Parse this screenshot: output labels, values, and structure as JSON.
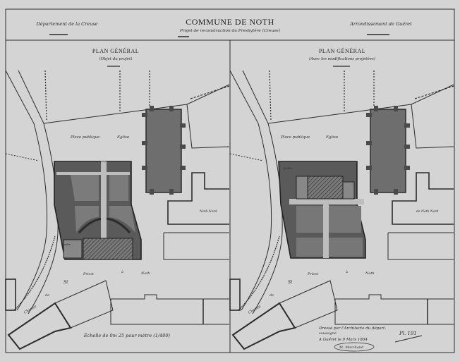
{
  "header": {
    "department": "Département de la Creuse",
    "commune": "COMMUNE DE NOTH",
    "project": "Projet de reconstruction du Presbytère (Creuse)",
    "arrondissement": "Arrondissement de Guéret"
  },
  "left_plan": {
    "title": "PLAN GÉNÉRAL",
    "subtitle": "(Objet du projet)",
    "labels": {
      "place": "Place publique",
      "church": "Eglise",
      "nord": "Noth Nord",
      "chemin": "Chemin",
      "de": "de",
      "st": "St",
      "priest": "Priest",
      "a": "à",
      "noth": "Noth",
      "jardin": "Jardin"
    },
    "scale": "Échelle de 0m 25 pour mètre (1/400)"
  },
  "right_plan": {
    "title": "PLAN GÉNÉRAL",
    "subtitle": "(Avec les modifications projetées)",
    "labels": {
      "place": "Place publique",
      "church": "Eglise",
      "nord": "de Noth Nord",
      "chemin": "Chemin",
      "de": "de",
      "st": "St",
      "priest": "Priest",
      "a": "à",
      "noth": "Noth",
      "garden_label": "Jardin"
    }
  },
  "signature_block": {
    "line1": "Dressé par l'Architecte du départ.",
    "line2": "soussigné",
    "line3": "A Guéret le 9 Mars 1864",
    "signature": "M. Marchand",
    "plate": "Pl. 191"
  },
  "colors": {
    "paper": "#d4d4d4",
    "ink": "#2b2b2b",
    "church_fill": "#6e6e6e",
    "garden_fill": "#5a5a5a"
  }
}
